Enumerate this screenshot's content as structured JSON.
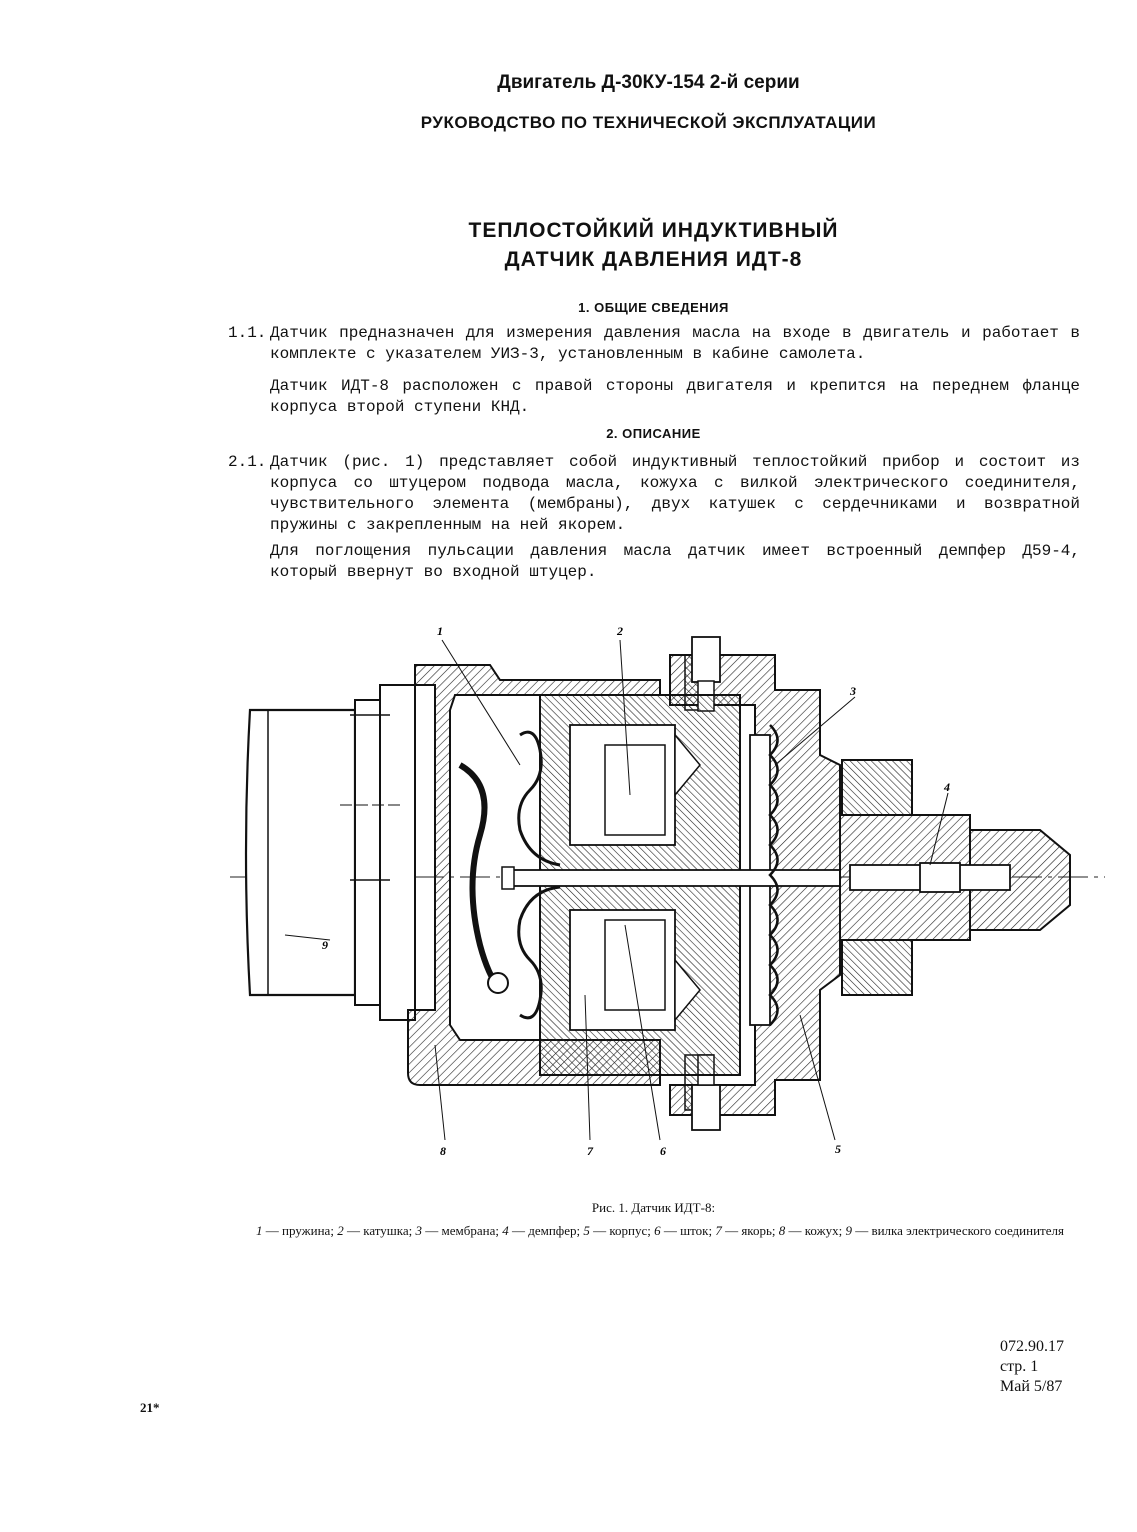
{
  "header": {
    "engine": "Двигатель Д-30КУ-154 2-й серии",
    "manual": "РУКОВОДСТВО ПО ТЕХНИЧЕСКОЙ ЭКСПЛУАТАЦИИ"
  },
  "title": {
    "line1": "ТЕПЛОСТОЙКИЙ ИНДУКТИВНЫЙ",
    "line2": "ДАТЧИК ДАВЛЕНИЯ ИДТ-8"
  },
  "section1": {
    "heading": "1. ОБЩИЕ СВЕДЕНИЯ",
    "p1_num": "1.1.",
    "p1": "Датчик предназначен для измерения давления масла на входе в двигатель и работает в комплекте с указателем УИЗ-3, установленным в кабине самолета.",
    "p2": "Датчик ИДТ-8 расположен с правой стороны двигателя и крепится на переднем фланце корпуса второй ступени КНД."
  },
  "section2": {
    "heading": "2. ОПИСАНИЕ",
    "p1_num": "2.1.",
    "p1": "Датчик (рис. 1) представляет собой индуктивный теплостойкий прибор и состоит из корпуса со штуцером подвода масла, кожуха с вилкой электрического соединителя, чувствительного элемента (мембраны), двух катушек с сердечниками и возвратной пружины с закрепленным на ней якорем.",
    "p2": "Для поглощения пульсации давления масла датчик имеет встроенный демпфер Д59-4, который ввернут во входной штуцер."
  },
  "figure": {
    "callouts": [
      "1",
      "2",
      "3",
      "4",
      "5",
      "6",
      "7",
      "8",
      "9"
    ],
    "caption": "Рис. 1. Датчик ИДТ-8:",
    "legend": [
      {
        "n": "1",
        "t": "пружина;"
      },
      {
        "n": "2",
        "t": "катушка;"
      },
      {
        "n": "3",
        "t": "мембрана;"
      },
      {
        "n": "4",
        "t": "демпфер;"
      },
      {
        "n": "5",
        "t": "корпус;"
      },
      {
        "n": "6",
        "t": "шток;"
      },
      {
        "n": "7",
        "t": "якорь;"
      },
      {
        "n": "8",
        "t": "кожух;"
      },
      {
        "n": "9",
        "t": "вилка электрического соединителя"
      }
    ]
  },
  "footer": {
    "doc_number": "072.90.17",
    "page": "стр. 1",
    "date": "Май 5/87",
    "sheet_mark": "21*"
  }
}
